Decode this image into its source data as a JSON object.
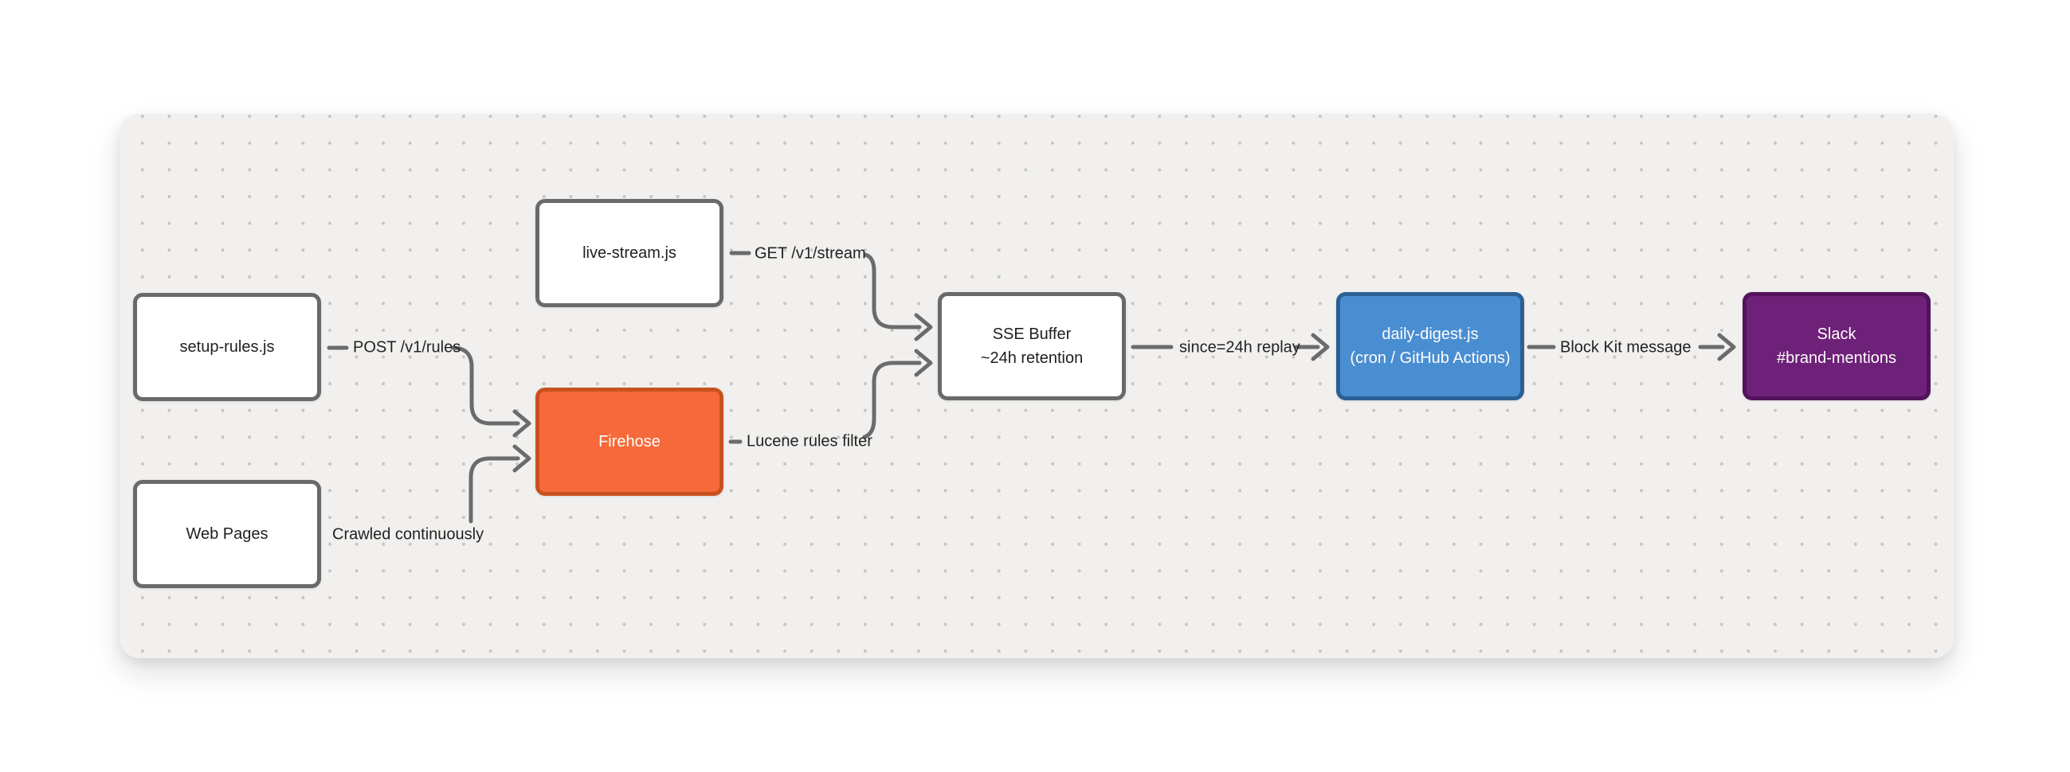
{
  "diagram": {
    "title": "",
    "nodes": [
      {
        "id": "setup-rules",
        "style": "white",
        "lines": [
          "setup-rules.js"
        ]
      },
      {
        "id": "web-pages",
        "style": "white",
        "lines": [
          "Web Pages"
        ]
      },
      {
        "id": "live-stream",
        "style": "white",
        "lines": [
          "live-stream.js"
        ]
      },
      {
        "id": "firehose",
        "style": "orange",
        "lines": [
          "Firehose"
        ]
      },
      {
        "id": "sse-buffer",
        "style": "white",
        "lines": [
          "SSE Buffer",
          "~24h retention"
        ]
      },
      {
        "id": "daily-digest",
        "style": "blue",
        "lines": [
          "daily-digest.js",
          "(cron / GitHub Actions)"
        ]
      },
      {
        "id": "slack",
        "style": "purple",
        "lines": [
          "Slack",
          "#brand-mentions"
        ]
      }
    ],
    "edges": [
      {
        "from": "setup-rules",
        "to": "firehose",
        "label": "POST /v1/rules"
      },
      {
        "from": "live-stream",
        "to": "sse-buffer",
        "label": "GET /v1/stream"
      },
      {
        "from": "web-pages",
        "to": "firehose",
        "label": "Crawled continuously"
      },
      {
        "from": "firehose",
        "to": "sse-buffer",
        "label": "Lucene rules filter"
      },
      {
        "from": "sse-buffer",
        "to": "daily-digest",
        "label": "since=24h replay"
      },
      {
        "from": "daily-digest",
        "to": "slack",
        "label": "Block Kit message"
      }
    ]
  },
  "colors": {
    "canvas_bg": "#f1f0ee",
    "dot": "#c6c5c3",
    "node_fill": "#ffffff",
    "node_border": "#696969",
    "node_text": "#1f1f1f",
    "edge_stroke": "#6b6b6b",
    "label_text": "#222222",
    "light_text": "#fffdfb",
    "orange_fill": "#f7693a",
    "orange_border": "#c9511f",
    "blue_fill": "#4a8ed2",
    "blue_border": "#2c6093",
    "purple_fill": "#6e2178",
    "purple_border": "#53135c"
  }
}
